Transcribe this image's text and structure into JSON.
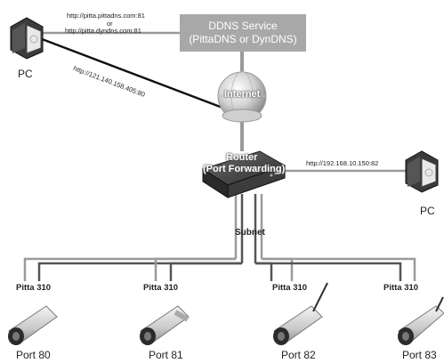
{
  "ddns": {
    "url_top": "http://pitta.pittadns.com:81",
    "or": "or",
    "url_bottom": "http://pitta.dyndns.com:81",
    "title": "DDNS Service",
    "subtitle": "(PittaDNS or DynDNS)"
  },
  "internet": {
    "label": "Internet",
    "wan_url": "http://121.140.158.405:80"
  },
  "router": {
    "line1": "Router",
    "line2": "(Port Forwarding)",
    "lan_url": "http://192.168.10.150:82"
  },
  "subnet": {
    "label": "Subnet"
  },
  "pcs": [
    {
      "label": "PC"
    },
    {
      "label": "PC"
    }
  ],
  "cameras": [
    {
      "model": "Pitta 310",
      "port": "Port 80"
    },
    {
      "model": "Pitta 310",
      "port": "Port 81"
    },
    {
      "model": "Pitta 310",
      "port": "Port 82"
    },
    {
      "model": "Pitta 310",
      "port": "Port 83"
    }
  ]
}
